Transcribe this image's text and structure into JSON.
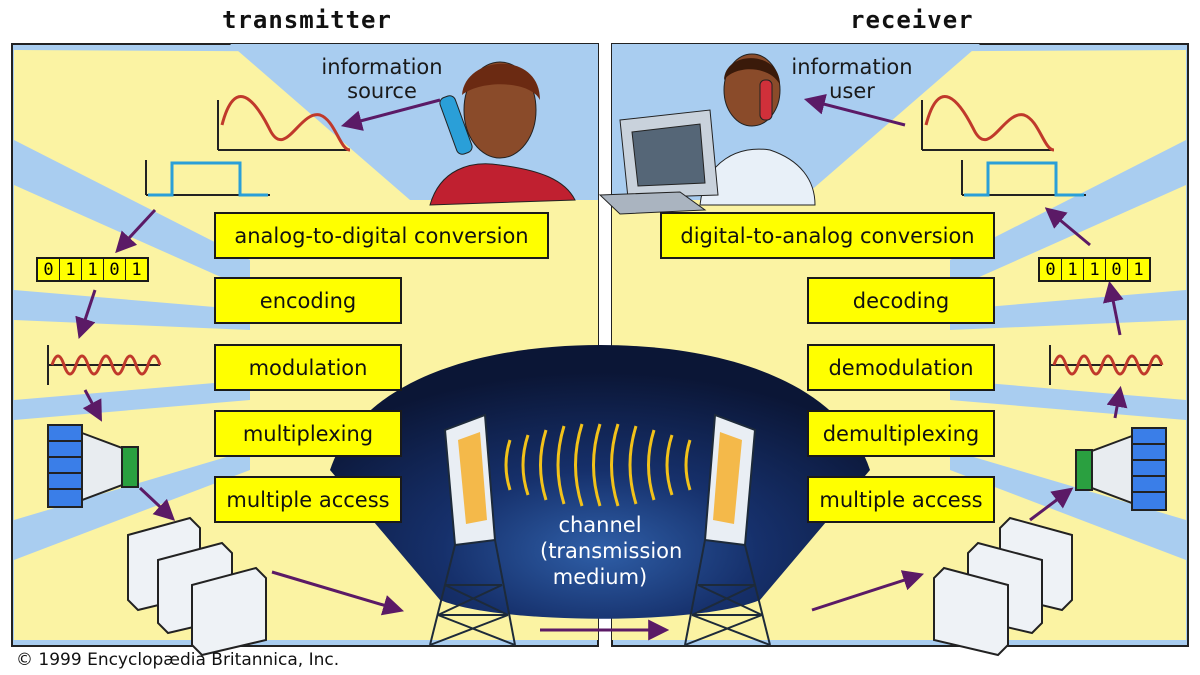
{
  "titles": {
    "transmitter": "transmitter",
    "receiver": "receiver"
  },
  "transmitter": {
    "source_label": [
      "information",
      "source"
    ],
    "stages": [
      "analog-to-digital conversion",
      "encoding",
      "modulation",
      "multiplexing",
      "multiple access"
    ],
    "bits": [
      "0",
      "1",
      "1",
      "0",
      "1"
    ]
  },
  "receiver": {
    "user_label": [
      "information",
      "user"
    ],
    "stages": [
      "digital-to-analog conversion",
      "decoding",
      "demodulation",
      "demultiplexing",
      "multiple access"
    ],
    "bits": [
      "0",
      "1",
      "1",
      "0",
      "1"
    ]
  },
  "channel": {
    "lines": [
      "channel",
      "(transmission",
      "medium)"
    ]
  },
  "copyright": "© 1999 Encyclopædia Britannica, Inc.",
  "colors": {
    "panel_blue": "#a9cdf0",
    "beam_yellow": "#fbf3a3",
    "label_yellow": "#ffff00",
    "arrow_purple": "#5b1a66",
    "wave_red": "#c0392b",
    "channel_dark": "#0d1a3f"
  },
  "icons": [
    "telephone-person-icon",
    "computer-icon",
    "antenna-tower-icon",
    "radio-wave-icon",
    "server-rack-icon",
    "multiplexer-icon"
  ]
}
